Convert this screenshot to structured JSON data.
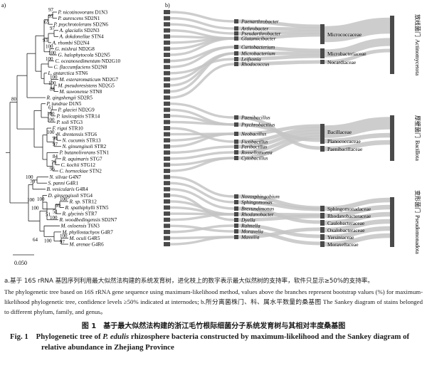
{
  "panel_a": "a)",
  "panel_b": "b)",
  "scale_bar": "0.050",
  "tree_tips": [
    {
      "italic": "P. nicotinovorans",
      "rest": " D1N3",
      "boot": "97"
    },
    {
      "italic": "P. aurescens",
      "rest": " SD2N1",
      "boot": "97"
    },
    {
      "italic": "P. psychrotolerans",
      "rest": " SD2N6",
      "boot": "65"
    },
    {
      "italic": "A. glacialis",
      "rest": " SD2N3",
      "boot": "97"
    },
    {
      "italic": "A. dokdonellae",
      "rest": " STN4",
      "boot": ""
    },
    {
      "italic": "A. rhombi",
      "rest": " SD2N4",
      "boot": "93"
    },
    {
      "italic": "G. mishrai",
      "rest": " ND2G8",
      "boot": "100"
    },
    {
      "italic": "G. halophytocola",
      "rest": " SD2N5",
      "boot": "100"
    },
    {
      "italic": "C. oceanosedimentum",
      "rest": " ND2G10",
      "boot": "100"
    },
    {
      "italic": "C. flaccumfaciens",
      "rest": " SD2N8",
      "boot": ""
    },
    {
      "italic": "L. antarctica",
      "rest": " STN6",
      "boot": ""
    },
    {
      "italic": "M. esteraromaticum",
      "rest": " ND2G7",
      "boot": "100"
    },
    {
      "italic": "M. pseudoresistens",
      "rest": " ND2G5",
      "boot": "100"
    },
    {
      "italic": "M. suwonense",
      "rest": " STN8",
      "boot": "88"
    },
    {
      "italic": "R. qingshengii",
      "rest": " SD2R5",
      "boot": ""
    },
    {
      "italic": "P. tundrae",
      "rest": " D1N5",
      "boot": ""
    },
    {
      "italic": "P. glaciei",
      "rest": " ND2G9",
      "boot": "61"
    },
    {
      "italic": "P. lasiicapitis",
      "rest": " STR14",
      "boot": "100"
    },
    {
      "italic": "P. soli",
      "rest": " STG3",
      "boot": "100"
    },
    {
      "italic": "F. rigui",
      "rest": " STR10",
      "boot": ""
    },
    {
      "italic": "N. drentensis",
      "rest": " STG6",
      "boot": "100"
    },
    {
      "italic": "N. cucumis",
      "rest": " STR13",
      "boot": "94"
    },
    {
      "italic": "N. ginsengisoli",
      "rest": " STR2",
      "boot": "97"
    },
    {
      "italic": "P. butanolivorans",
      "rest": " STN1",
      "boot": ""
    },
    {
      "italic": "R. aquimaris",
      "rest": " STG7",
      "boot": "84"
    },
    {
      "italic": "C. kochii",
      "rest": " STG12",
      "boot": "79"
    },
    {
      "italic": "C. horneckiae",
      "rest": " STN2",
      "boot": "96"
    },
    {
      "italic": "N. silvae",
      "rest": " G4N7",
      "boot": ""
    },
    {
      "italic": "S. panni",
      "rest": " G4R1",
      "boot": ""
    },
    {
      "italic": "B. vesicularis",
      "rest": " G4R4",
      "boot": ""
    },
    {
      "italic": "D. ginsengisoli",
      "rest": " STG4",
      "boot": ""
    },
    {
      "italic": "R. sp.",
      "rest": " STR12",
      "boot": "100"
    },
    {
      "italic": "R. spathiphylli",
      "rest": " STN5",
      "boot": "99"
    },
    {
      "italic": "R. glycinis",
      "rest": " STR7",
      "boot": "51"
    },
    {
      "italic": "R. woodbedingensis",
      "rest": " SD2N7",
      "boot": "100"
    },
    {
      "italic": "M. osloensis",
      "rest": " T6N3",
      "boot": ""
    },
    {
      "italic": "M. phyllostachyos",
      "rest": " G4R7",
      "boot": ""
    },
    {
      "italic": "M. oculi",
      "rest": " G4R5",
      "boot": "100"
    },
    {
      "italic": "M. arenae",
      "rest": " G4R6",
      "boot": "97"
    }
  ],
  "internal_bootstrap": {
    "n1": "80",
    "n2": "100",
    "n3": "79",
    "n4": "100",
    "n5": "100",
    "n6": "51",
    "n7": "100",
    "n8": "64",
    "n9": "100"
  },
  "sankey": {
    "genera": [
      {
        "name": "Paenarthrobacter"
      },
      {
        "name": "Arthrobacter"
      },
      {
        "name": "Pseudarthrobacter"
      },
      {
        "name": "Glutamicibacter"
      },
      {
        "name": "Curtobacterium"
      },
      {
        "name": "Microbacterium"
      },
      {
        "name": "Leifsonia"
      },
      {
        "name": "Rhodococcus"
      },
      {
        "name": "Paenibacillus"
      },
      {
        "name": "Psychrobacillus"
      },
      {
        "name": "Neobacillus"
      },
      {
        "name": "Fictibacillus"
      },
      {
        "name": "Peribacillus"
      },
      {
        "name": "Rossellomorea"
      },
      {
        "name": "Cytobacillus"
      },
      {
        "name": "Novosphingobium"
      },
      {
        "name": "Sphingomonas"
      },
      {
        "name": "Brevundimonas"
      },
      {
        "name": "Rhodanobacter"
      },
      {
        "name": "Dyella"
      },
      {
        "name": "Rahnella"
      },
      {
        "name": "Moraxella"
      },
      {
        "name": "Massilia"
      }
    ],
    "families": [
      {
        "name": "Micrococcaceae"
      },
      {
        "name": "Microbacteriaceae"
      },
      {
        "name": "Nocardiaceae"
      },
      {
        "name": "Bacillaceae"
      },
      {
        "name": "Planococcaceae"
      },
      {
        "name": "Paenibacillaceae"
      },
      {
        "name": "Sphingomonadaceae"
      },
      {
        "name": "Rhodanobacteraceae"
      },
      {
        "name": "Caulobacteraceae"
      },
      {
        "name": "Oxalobacteraceae"
      },
      {
        "name": "Yersiniaceae"
      },
      {
        "name": "Moraxellaceae"
      }
    ],
    "phyla": [
      {
        "zh": "放线菌门",
        "latin": "Actinomycetota"
      },
      {
        "zh": "厚壁菌门",
        "latin": "Bacillota"
      },
      {
        "zh": "变形菌门",
        "latin": "Pseudomonadota"
      }
    ]
  },
  "caption": {
    "note_zh": "a.基于 16S rRNA 基因序列利用最大似然法构建的系统发育树，进化枝上的数字表示最大似然树的支持率，软件只显示≥50%的支持率。",
    "note_en": "The phylogenetic tree based on 16S rRNA gene sequence using maximum-likelihood method, values above the branches represent bootstrap values (%) for maximum-likelihood phylogenetic tree, confidence levels ≥50% indicated at internodes; b.所分离菌株门、科、属水平数量的桑基图 The Sankey diagram of stains belonged to different phylum, family, and genus。",
    "fig_zh_label": "图 1",
    "fig_zh_title": "基于最大似然法构建的浙江毛竹根际细菌分子系统发育树与其相对丰度桑基图",
    "fig_en_label": "Fig. 1",
    "fig_en_title_pre": "Phylogenetic tree of ",
    "fig_en_title_species": "P. edulis",
    "fig_en_title_post": " rhizosphere bacteria constructed by maximum-likelihood and the Sankey diagram of relative abundance in Zhejiang Province"
  }
}
